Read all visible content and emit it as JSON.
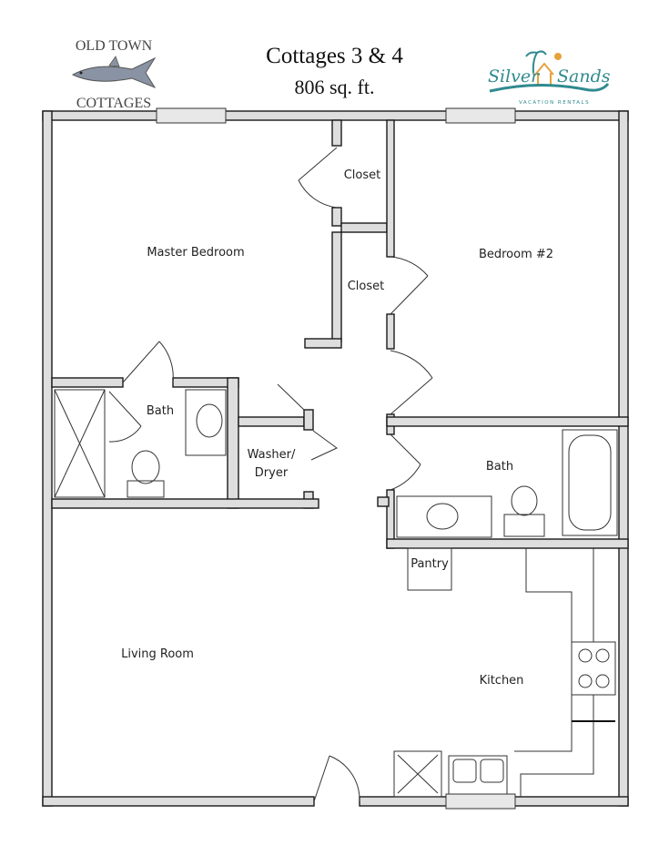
{
  "header": {
    "title": "Cottages 3 & 4",
    "area": "806 sq. ft."
  },
  "logos": {
    "left": {
      "line1": "OLD TOWN",
      "line2": "COTTAGES"
    },
    "right": {
      "name_left": "Silver",
      "name_right": "Sands",
      "tagline": "VACATION RENTALS"
    }
  },
  "rooms": {
    "master_bedroom": "Master Bedroom",
    "closet_1": "Closet",
    "closet_2": "Closet",
    "bedroom_2": "Bedroom #2",
    "bath_1": "Bath",
    "washer_dryer_1": "Washer/",
    "washer_dryer_2": "Dryer",
    "bath_2": "Bath",
    "pantry": "Pantry",
    "living_room": "Living Room",
    "kitchen": "Kitchen"
  },
  "colors": {
    "wall_fill": "#dedede",
    "wall_line": "#1a1a1a",
    "brand_teal": "#2f8a8f",
    "brand_orange": "#e8a23a"
  }
}
